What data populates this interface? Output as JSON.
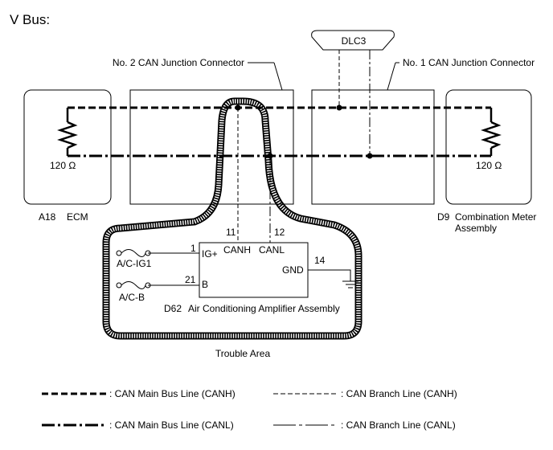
{
  "title": "V Bus:",
  "dlc3": "DLC3",
  "junction2_label": "No. 2 CAN Junction Connector",
  "junction1_label": "No. 1 CAN Junction Connector",
  "ecm": {
    "code": "A18",
    "name": "ECM",
    "resistor": "120 Ω"
  },
  "meter": {
    "code": "D9",
    "name_line1": "Combination Meter",
    "name_line2": "Assembly",
    "resistor": "120 Ω"
  },
  "amplifier": {
    "code": "D62",
    "name": "Air Conditioning Amplifier Assembly",
    "pins": {
      "canh_num": "11",
      "canl_num": "12",
      "canh": "CANH",
      "canl": "CANL",
      "igp_num": "1",
      "igp": "IG+",
      "b_num": "21",
      "b": "B",
      "gnd_num": "14",
      "gnd": "GND"
    },
    "fuse_igp": "A/C-IG1",
    "fuse_b": "A/C-B"
  },
  "trouble_area": "Trouble Area",
  "legend": {
    "main_canh": ": CAN Main Bus Line (CANH)",
    "branch_canh": ": CAN Branch Line (CANH)",
    "main_canl": ": CAN Main Bus Line (CANL)",
    "branch_canl": ": CAN Branch Line (CANL)"
  }
}
